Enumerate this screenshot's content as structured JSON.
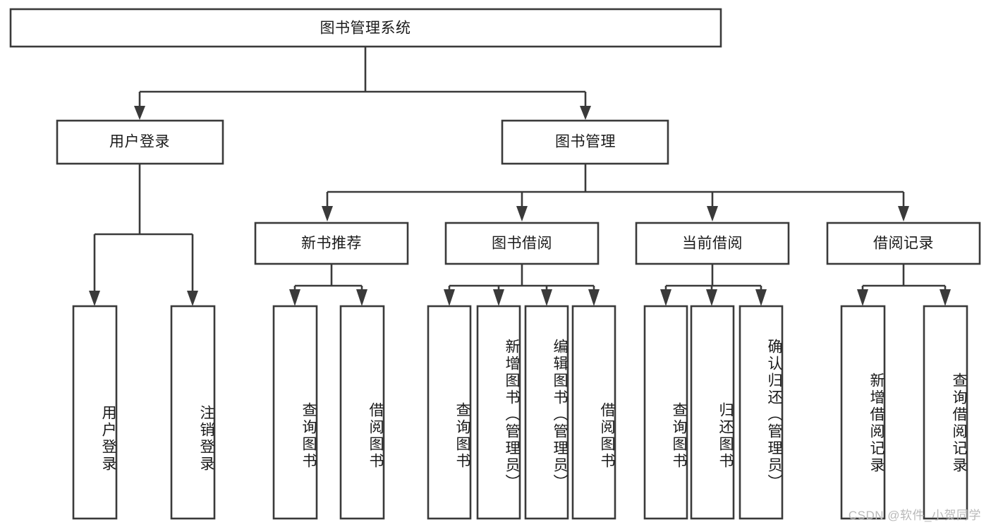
{
  "diagram": {
    "title_node": {
      "label": "图书管理系统"
    },
    "level2": [
      {
        "label": "用户登录"
      },
      {
        "label": "图书管理"
      }
    ],
    "level3": [
      {
        "label": "新书推荐"
      },
      {
        "label": "图书借阅"
      },
      {
        "label": "当前借阅"
      },
      {
        "label": "借阅记录"
      }
    ],
    "leaves": {
      "user_login": [
        {
          "label": "用户登录"
        },
        {
          "label": "注销登录"
        }
      ],
      "new_book_recommend": [
        {
          "label": "查询图书"
        },
        {
          "label": "借阅图书"
        }
      ],
      "book_borrow": [
        {
          "label": "查询图书"
        },
        {
          "label": "新增图书（管理员）"
        },
        {
          "label": "编辑图书（管理员）"
        },
        {
          "label": "借阅图书"
        }
      ],
      "current_borrow": [
        {
          "label": "查询图书"
        },
        {
          "label": "归还图书"
        },
        {
          "label": "确认归还（管理员）"
        }
      ],
      "borrow_record": [
        {
          "label": "新增借阅记录"
        },
        {
          "label": "查询借阅记录"
        }
      ]
    }
  },
  "watermark": {
    "text": "CSDN @软件_小贺同学"
  },
  "colors": {
    "stroke": "#3a3a3a",
    "text": "#1a1a1a",
    "background": "#ffffff",
    "watermark": "#b9b9b9"
  }
}
